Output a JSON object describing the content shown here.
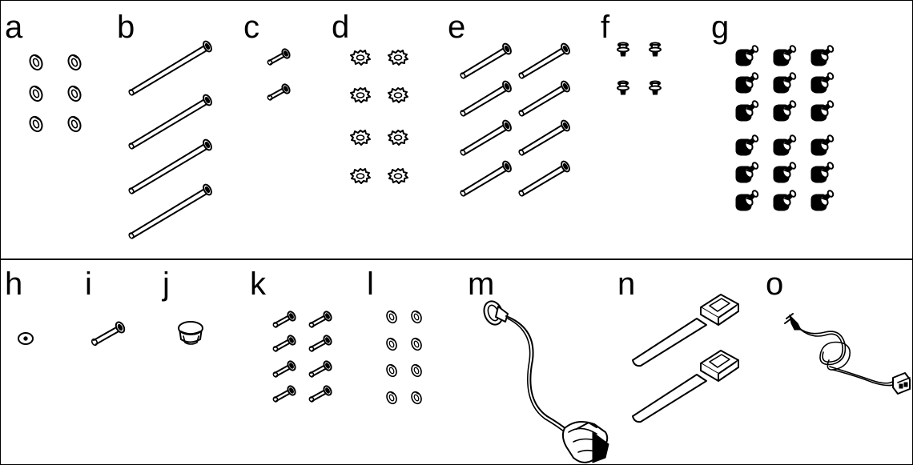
{
  "labels": {
    "a": "a",
    "b": "b",
    "c": "c",
    "d": "d",
    "e": "e",
    "f": "f",
    "g": "g",
    "h": "h",
    "i": "i",
    "j": "j",
    "k": "k",
    "l": "l",
    "m": "m",
    "n": "n",
    "o": "o"
  },
  "parts": [
    {
      "id": "a",
      "item": "split-lock-washer",
      "count": 6
    },
    {
      "id": "b",
      "item": "long-bolt",
      "count": 4
    },
    {
      "id": "c",
      "item": "short-pin",
      "count": 2
    },
    {
      "id": "d",
      "item": "star-lock-washer",
      "count": 8
    },
    {
      "id": "e",
      "item": "medium-bolt",
      "count": 8
    },
    {
      "id": "f",
      "item": "flange-screw",
      "count": 4
    },
    {
      "id": "g",
      "item": "socket-head-cap-screw",
      "count": 18
    },
    {
      "id": "h",
      "item": "flat-washer",
      "count": 1
    },
    {
      "id": "i",
      "item": "pin",
      "count": 1
    },
    {
      "id": "j",
      "item": "hole-plug-cap",
      "count": 1
    },
    {
      "id": "k",
      "item": "small-pin",
      "count": 8
    },
    {
      "id": "l",
      "item": "small-split-washer",
      "count": 8
    },
    {
      "id": "m",
      "item": "clamp-sensor-cable",
      "count": 1
    },
    {
      "id": "n",
      "item": "cable-tie-mount",
      "count": 2
    },
    {
      "id": "o",
      "item": "power-cord",
      "count": 1
    }
  ]
}
